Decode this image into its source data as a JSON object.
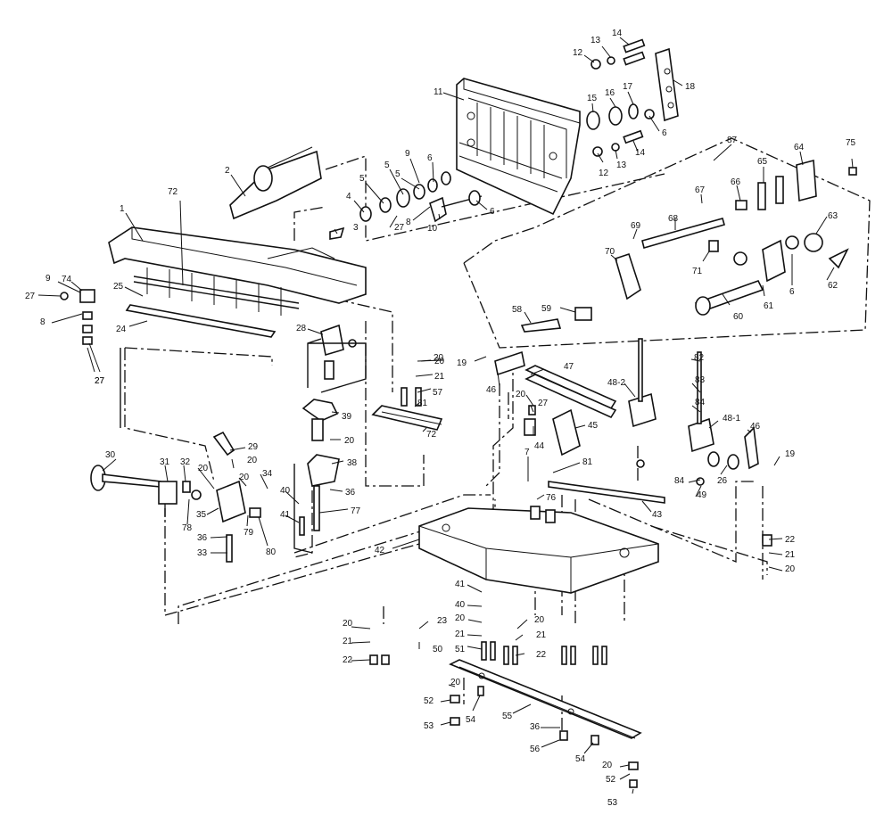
{
  "callouts": [
    "1",
    "2",
    "3",
    "4",
    "5",
    "5",
    "5",
    "6",
    "6",
    "6",
    "6",
    "7",
    "8",
    "8",
    "9",
    "9",
    "10",
    "11",
    "12",
    "12",
    "13",
    "13",
    "14",
    "14",
    "15",
    "16",
    "17",
    "18",
    "19",
    "19",
    "20",
    "20",
    "20",
    "20",
    "20",
    "20",
    "20",
    "20",
    "20",
    "20",
    "20",
    "20",
    "20",
    "21",
    "21",
    "21",
    "21",
    "21",
    "22",
    "22",
    "22",
    "23",
    "24",
    "25",
    "26",
    "27",
    "27",
    "27",
    "27",
    "27",
    "28",
    "29",
    "30",
    "31",
    "32",
    "33",
    "34",
    "35",
    "36",
    "36",
    "36",
    "38",
    "39",
    "40",
    "40",
    "41",
    "41",
    "42",
    "43",
    "44",
    "45",
    "46",
    "46",
    "47",
    "48-1",
    "48-2",
    "49",
    "50",
    "51",
    "52",
    "52",
    "53",
    "53",
    "54",
    "54",
    "55",
    "56",
    "57",
    "58",
    "59",
    "60",
    "61",
    "62",
    "63",
    "64",
    "65",
    "66",
    "67",
    "68",
    "69",
    "70",
    "71",
    "72",
    "72",
    "74",
    "75",
    "76",
    "77",
    "78",
    "79",
    "80",
    "81",
    "81",
    "82",
    "83",
    "84",
    "84",
    "87"
  ]
}
